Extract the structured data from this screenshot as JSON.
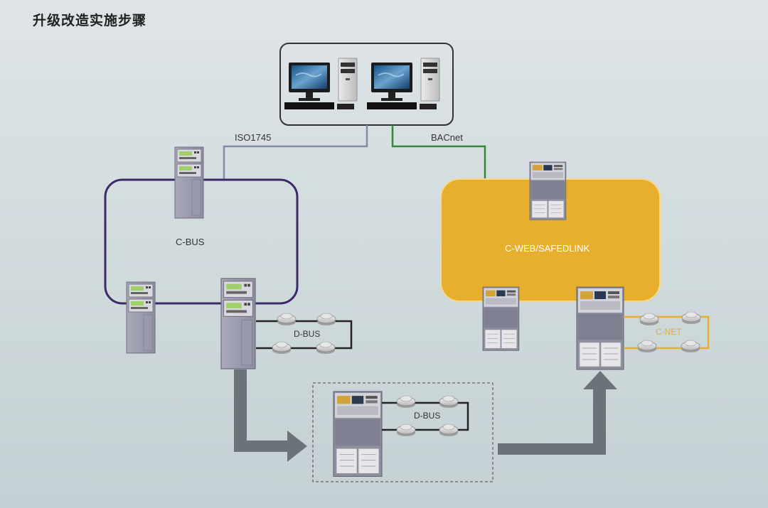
{
  "title": "升级改造实施步骤",
  "links": {
    "iso": "ISO1745",
    "bacnet": "BACnet"
  },
  "networks": {
    "cbus": "C-BUS",
    "cweb": "C-WEB/SAFEDLINK",
    "dbus_existing": "D-BUS",
    "dbus_new": "D-BUS",
    "cnet": "C-NET"
  },
  "colors": {
    "cbus_loop": "#3b2a68",
    "cweb_fill": "#e8ae2e",
    "bacnet_line": "#2f8a3b",
    "iso_line": "#7f8da6",
    "arrow": "#6c7378",
    "cnet_line": "#e8ae2e"
  },
  "icons": [
    "workstation-icon",
    "fire-panel-icon",
    "smoke-detector-icon",
    "arrow-icon"
  ]
}
